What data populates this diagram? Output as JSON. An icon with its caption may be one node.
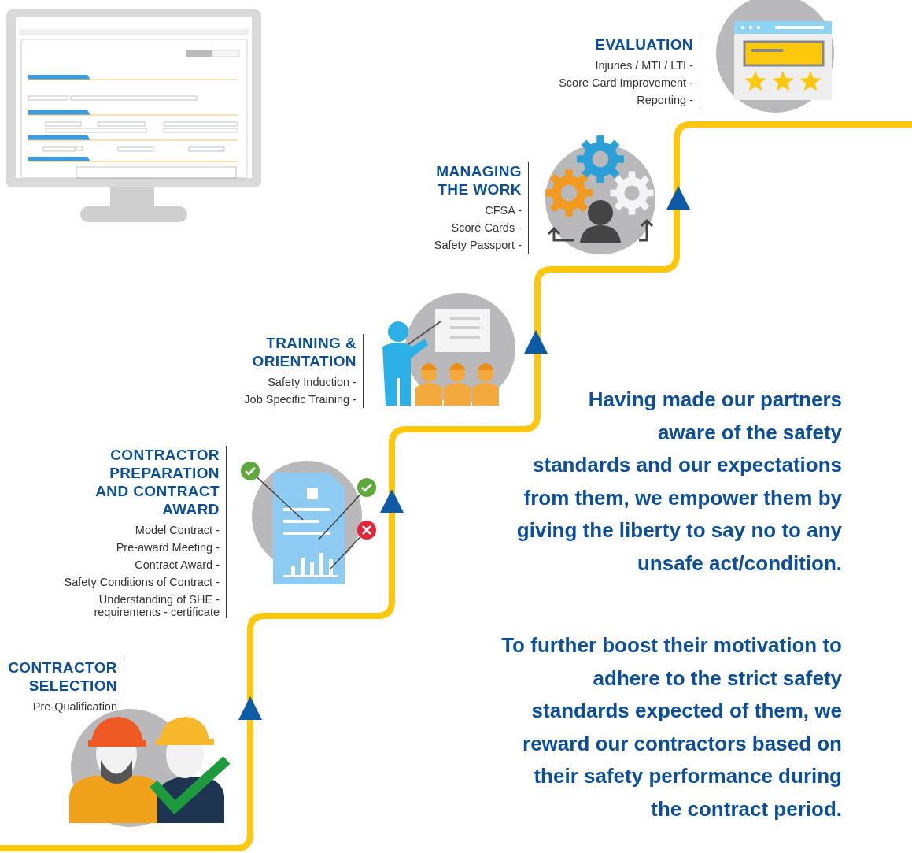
{
  "diagram": {
    "nodes": [
      {
        "text": [
          "CONTRACTOR SELECTION",
          "Pre-Qualification"
        ]
      },
      {
        "text": [
          "CONTRACTOR PREPARATION AND CONTRACT AWARD",
          "Model Contract -",
          "Pre-award Meeting -",
          "Contract Award -",
          "Safety Conditions of Contract -",
          "Understanding of SHE - requirements - certificate"
        ]
      },
      {
        "text": [
          "TRAINING & ORIENTATION",
          "Safety Induction -",
          "Job Specific Training -"
        ]
      },
      {
        "text": [
          "MANAGING THE WORK",
          "CFSA -",
          "Score Cards -",
          "Safety Passport -"
        ]
      },
      {
        "text": [
          "EVALUATION",
          "Injuries / MTI / LTI -",
          "Score Card Improvement -",
          "Reporting -"
        ]
      }
    ],
    "labels": [
      "Having made our partners aware of the safety standards and our expectations from them, we empower them by giving the liberty to say no to any unsafe act/condition.",
      "To further boost their motivation to adhere to the strict safety standards expected of them, we reward our contractors based on their safety performance during the contract period."
    ]
  }
}
